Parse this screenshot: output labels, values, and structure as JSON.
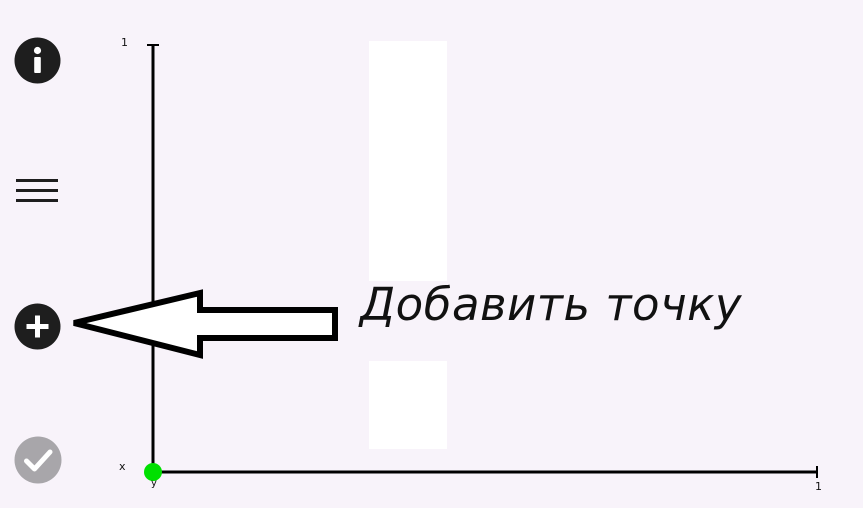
{
  "toolbar": {
    "info": {
      "icon": "info-icon"
    },
    "menu": {
      "icon": "menu-icon"
    },
    "add_point": {
      "icon": "plus-icon"
    },
    "done": {
      "icon": "check-icon",
      "state": "disabled"
    }
  },
  "hint": {
    "label": "Добавить точку",
    "pointer_icon": "arrow-left-icon"
  },
  "graph": {
    "x_axis_name": "x",
    "y_axis_name": "y",
    "x_max_label": "1",
    "y_max_label": "1",
    "origin_point_color": "#00e000",
    "axis_color": "#000000"
  },
  "colors": {
    "background": "#f8f3fa",
    "icon_dark": "#1e1e1e",
    "icon_disabled": "#a8a6aa"
  }
}
